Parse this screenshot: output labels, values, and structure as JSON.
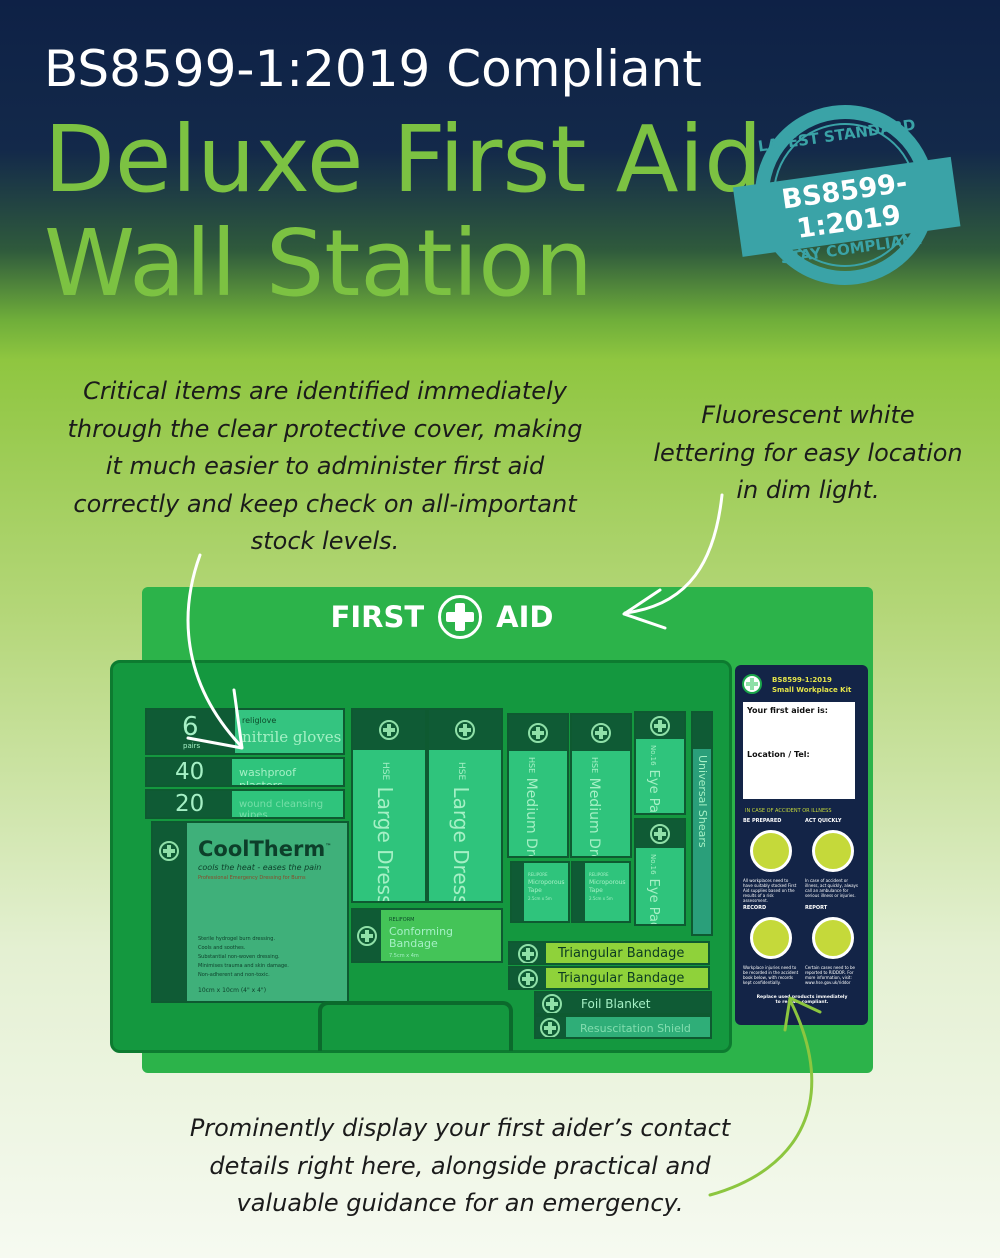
{
  "header": {
    "compliance": "BS8599-1:2019 Compliant",
    "title_line1": "Deluxe First Aid",
    "title_line2": "Wall Station"
  },
  "badge": {
    "top": "LATEST STANDARD",
    "middle": "BS8599-1:2019",
    "bottom": "STAY COMPLIANT",
    "color": "#3aa3a7"
  },
  "callouts": {
    "left": [
      "Critical items are identified immediately",
      "through the clear protective cover, making",
      "it much easier to administer first aid",
      "correctly and keep check on all-important",
      "stock levels."
    ],
    "right": [
      "Fluorescent white",
      "lettering for easy location",
      "in dim light."
    ],
    "bottom": [
      "Prominently display your first aider’s contact",
      "details right here, alongside practical and",
      "valuable guidance for an emergency."
    ]
  },
  "board": {
    "title_left": "FIRST",
    "title_right": "AID",
    "color": "#2cb34a"
  },
  "products": {
    "gloves": {
      "count": "6",
      "unit": "pairs",
      "brand": "religlove",
      "name": "nitrile gloves"
    },
    "plasters": {
      "count": "40",
      "name": "washproof plasters"
    },
    "wipes": {
      "count": "20",
      "name": "wound cleansing wipes"
    },
    "cooltherm": {
      "brand": "CoolTherm",
      "tm": "™",
      "tagline": "cools the heat - eases the pain",
      "sub": "Professional Emergency Dressing for Burns",
      "features": [
        "Sterile hydrogel burn dressing.",
        "Cools and soothes.",
        "Substantial non-woven dressing.",
        "Minimises trauma and skin damage.",
        "Non-adherent and non-toxic."
      ],
      "size": "10cm x 10cm (4\" x 4\")"
    },
    "large1": {
      "tag": "HSE",
      "name": "Large Dressing"
    },
    "large2": {
      "tag": "HSE",
      "name": "Large Dressing"
    },
    "medium1": {
      "tag": "HSE",
      "name": "Medium Dressing"
    },
    "medium2": {
      "tag": "HSE",
      "name": "Medium Dressing"
    },
    "eye1": {
      "tag": "No.16",
      "name": "Eye Pad"
    },
    "eye2": {
      "tag": "No.16",
      "name": "Eye Pad"
    },
    "shears": {
      "name": "Universal Shears"
    },
    "tape1": {
      "brand": "RELIPORE",
      "name": "Microporous Tape",
      "size": "2.5cm x 5m"
    },
    "tape2": {
      "brand": "RELIPORE",
      "name": "Microporous Tape",
      "size": "2.5cm x 5m"
    },
    "conforming": {
      "brand": "RELIFORM",
      "name": "Conforming Bandage",
      "size": "7.5cm x 4m"
    },
    "tri1": {
      "name": "Triangular Bandage"
    },
    "tri2": {
      "name": "Triangular Bandage"
    },
    "foil": {
      "name": "Foil Blanket"
    },
    "resus": {
      "name": "Resuscitation Shield"
    }
  },
  "panel": {
    "kit_line1": "BS8599-1:2019",
    "kit_line2": "Small Workplace Kit",
    "first_aider_label": "Your first aider is:",
    "location_label": "Location / Tel:",
    "section_title": "IN CASE OF ACCIDENT OR ILLNESS",
    "steps": [
      {
        "title": "BE PREPARED",
        "icon": "first-aid-kit-icon",
        "text": "All workplaces need to have suitably stocked First Aid supplies based on the results of a risk assessment."
      },
      {
        "title": "ACT QUICKLY",
        "icon": "phone-icon",
        "text": "In case of accident or illness, act quickly, always call an ambulance for serious illness or injuries."
      },
      {
        "title": "RECORD",
        "icon": "document-icon",
        "text": "Workplace injuries need to be recorded in the accident book below, with records kept confidentially."
      },
      {
        "title": "REPORT",
        "icon": "monitor-icon",
        "text": "Certain cases need to be reported to RIDDOR. For more information, visit: www.hse.gov.uk/riddor"
      }
    ],
    "footer": "Replace used products immediately to remain compliant."
  }
}
